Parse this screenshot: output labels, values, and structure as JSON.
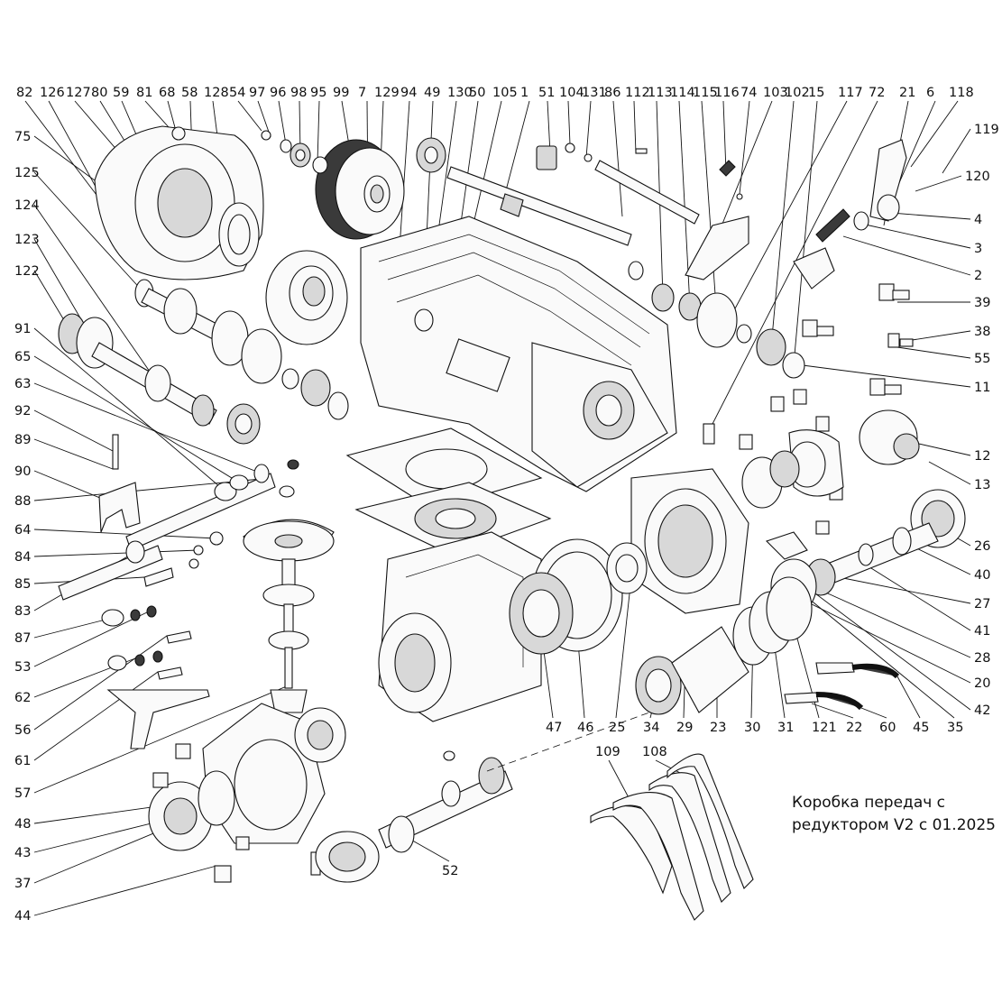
{
  "caption": {
    "line1": "Коробка передач с",
    "line2": "редуктором V2 с 01.2025"
  },
  "labels": {
    "top": [
      "82",
      "126",
      "127",
      "80",
      "59",
      "81",
      "68",
      "58",
      "128",
      "54",
      "97",
      "96",
      "98",
      "95",
      "99",
      "7",
      "129",
      "94",
      "49",
      "130",
      "50",
      "105",
      "1",
      "51",
      "104",
      "131",
      "86",
      "112",
      "113",
      "114",
      "115",
      "116",
      "74",
      "103",
      "102",
      "15",
      "117",
      "72",
      "21",
      "6",
      "118"
    ],
    "right": [
      "119",
      "120",
      "4",
      "3",
      "2",
      "39",
      "38",
      "55",
      "11",
      "12",
      "13",
      "26",
      "40",
      "27",
      "41",
      "28",
      "20",
      "42"
    ],
    "left": [
      "75",
      "125",
      "124",
      "123",
      "122",
      "91",
      "65",
      "63",
      "92",
      "89",
      "90",
      "88",
      "64",
      "84",
      "85",
      "83",
      "87",
      "53",
      "62",
      "56",
      "61",
      "57",
      "48",
      "43",
      "37",
      "44"
    ],
    "bottom": [
      "47",
      "46",
      "25",
      "34",
      "29",
      "23",
      "30",
      "31",
      "121",
      "22",
      "60",
      "45",
      "35",
      "52"
    ],
    "inset": [
      "109",
      "108"
    ]
  }
}
